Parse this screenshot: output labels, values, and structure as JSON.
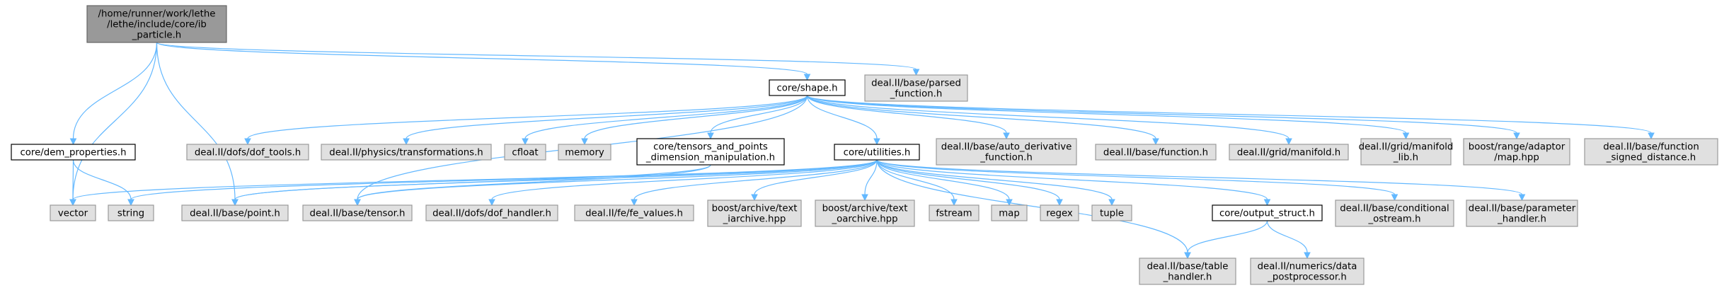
{
  "colors": {
    "focus_fill": "#999999",
    "focus_stroke": "#666666",
    "documented_fill": "#ffffff",
    "documented_stroke": "#000000",
    "external_fill": "#e0e0e0",
    "external_stroke": "#999999",
    "edge": "#63b8ff"
  },
  "nodes": {
    "root": {
      "lines": [
        "/home/runner/work/lethe",
        "/lethe/include/core/ib",
        "_particle.h"
      ],
      "kind": "focus"
    },
    "shape": {
      "lines": [
        "core/shape.h"
      ],
      "kind": "documented"
    },
    "parsed_function": {
      "lines": [
        "deal.II/base/parsed",
        "_function.h"
      ],
      "kind": "external"
    },
    "dem_properties": {
      "lines": [
        "core/dem_properties.h"
      ],
      "kind": "documented"
    },
    "dof_tools": {
      "lines": [
        "deal.II/dofs/dof_tools.h"
      ],
      "kind": "external"
    },
    "transformations": {
      "lines": [
        "deal.II/physics/transformations.h"
      ],
      "kind": "external"
    },
    "cfloat": {
      "lines": [
        "cfloat"
      ],
      "kind": "external"
    },
    "memory": {
      "lines": [
        "memory"
      ],
      "kind": "external"
    },
    "tensors_points": {
      "lines": [
        "core/tensors_and_points",
        "_dimension_manipulation.h"
      ],
      "kind": "documented"
    },
    "utilities": {
      "lines": [
        "core/utilities.h"
      ],
      "kind": "documented"
    },
    "auto_derivative": {
      "lines": [
        "deal.II/base/auto_derivative",
        "_function.h"
      ],
      "kind": "external"
    },
    "function": {
      "lines": [
        "deal.II/base/function.h"
      ],
      "kind": "external"
    },
    "manifold": {
      "lines": [
        "deal.II/grid/manifold.h"
      ],
      "kind": "external"
    },
    "manifold_lib": {
      "lines": [
        "deal.II/grid/manifold",
        "_lib.h"
      ],
      "kind": "external"
    },
    "boost_map": {
      "lines": [
        "boost/range/adaptor",
        "/map.hpp"
      ],
      "kind": "external"
    },
    "function_signed": {
      "lines": [
        "deal.II/base/function",
        "_signed_distance.h"
      ],
      "kind": "external"
    },
    "vector": {
      "lines": [
        "vector"
      ],
      "kind": "external"
    },
    "string": {
      "lines": [
        "string"
      ],
      "kind": "external"
    },
    "point": {
      "lines": [
        "deal.II/base/point.h"
      ],
      "kind": "external"
    },
    "tensor": {
      "lines": [
        "deal.II/base/tensor.h"
      ],
      "kind": "external"
    },
    "dof_handler": {
      "lines": [
        "deal.II/dofs/dof_handler.h"
      ],
      "kind": "external"
    },
    "fe_values": {
      "lines": [
        "deal.II/fe/fe_values.h"
      ],
      "kind": "external"
    },
    "text_iarchive": {
      "lines": [
        "boost/archive/text",
        "_iarchive.hpp"
      ],
      "kind": "external"
    },
    "text_oarchive": {
      "lines": [
        "boost/archive/text",
        "_oarchive.hpp"
      ],
      "kind": "external"
    },
    "fstream": {
      "lines": [
        "fstream"
      ],
      "kind": "external"
    },
    "map": {
      "lines": [
        "map"
      ],
      "kind": "external"
    },
    "regex": {
      "lines": [
        "regex"
      ],
      "kind": "external"
    },
    "tuple": {
      "lines": [
        "tuple"
      ],
      "kind": "external"
    },
    "output_struct": {
      "lines": [
        "core/output_struct.h"
      ],
      "kind": "documented"
    },
    "conditional_ostream": {
      "lines": [
        "deal.II/base/conditional",
        "_ostream.h"
      ],
      "kind": "external"
    },
    "parameter_handler": {
      "lines": [
        "deal.II/base/parameter",
        "_handler.h"
      ],
      "kind": "external"
    },
    "table_handler": {
      "lines": [
        "deal.II/base/table",
        "_handler.h"
      ],
      "kind": "external"
    },
    "data_postprocessor": {
      "lines": [
        "deal.II/numerics/data",
        "_postprocessor.h"
      ],
      "kind": "external"
    }
  },
  "edges": [
    [
      "root",
      "shape"
    ],
    [
      "root",
      "parsed_function"
    ],
    [
      "root",
      "dem_properties"
    ],
    [
      "root",
      "vector"
    ],
    [
      "root",
      "point"
    ],
    [
      "shape",
      "dof_tools"
    ],
    [
      "shape",
      "transformations"
    ],
    [
      "shape",
      "cfloat"
    ],
    [
      "shape",
      "memory"
    ],
    [
      "shape",
      "tensors_points"
    ],
    [
      "shape",
      "utilities"
    ],
    [
      "shape",
      "auto_derivative"
    ],
    [
      "shape",
      "function"
    ],
    [
      "shape",
      "manifold"
    ],
    [
      "shape",
      "manifold_lib"
    ],
    [
      "shape",
      "boost_map"
    ],
    [
      "shape",
      "function_signed"
    ],
    [
      "shape",
      "tensor"
    ],
    [
      "dem_properties",
      "vector"
    ],
    [
      "dem_properties",
      "string"
    ],
    [
      "tensors_points",
      "point"
    ],
    [
      "tensors_points",
      "tensor"
    ],
    [
      "utilities",
      "vector"
    ],
    [
      "utilities",
      "string"
    ],
    [
      "utilities",
      "point"
    ],
    [
      "utilities",
      "tensor"
    ],
    [
      "utilities",
      "dof_handler"
    ],
    [
      "utilities",
      "fe_values"
    ],
    [
      "utilities",
      "text_iarchive"
    ],
    [
      "utilities",
      "text_oarchive"
    ],
    [
      "utilities",
      "fstream"
    ],
    [
      "utilities",
      "map"
    ],
    [
      "utilities",
      "regex"
    ],
    [
      "utilities",
      "tuple"
    ],
    [
      "utilities",
      "output_struct"
    ],
    [
      "utilities",
      "conditional_ostream"
    ],
    [
      "utilities",
      "parameter_handler"
    ],
    [
      "utilities",
      "table_handler"
    ],
    [
      "output_struct",
      "table_handler"
    ],
    [
      "output_struct",
      "data_postprocessor"
    ]
  ]
}
